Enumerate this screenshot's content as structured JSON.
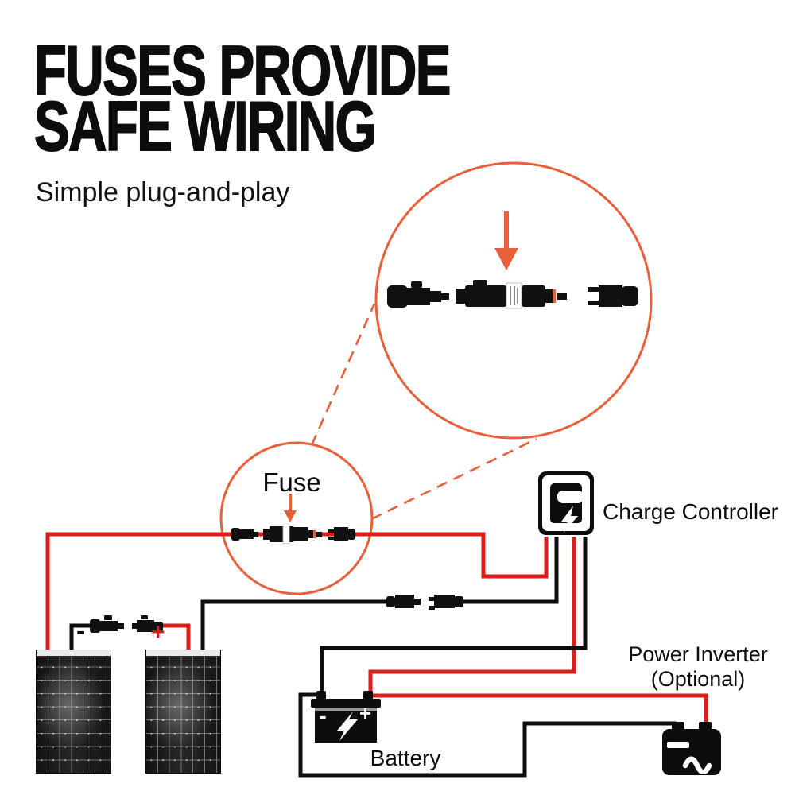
{
  "title": {
    "line1": "FUSES PROVIDE",
    "line2": "SAFE WIRING",
    "subtitle": "Simple plug-and-play"
  },
  "callout": {
    "fuse_label": "Fuse"
  },
  "components": {
    "charge_controller": {
      "label": "Charge Controller"
    },
    "battery": {
      "label": "Battery",
      "minus": "-",
      "plus": "+"
    },
    "power_inverter": {
      "label_line1": "Power Inverter",
      "label_line2": "(Optional)"
    },
    "solar_panels": {
      "count": 2
    },
    "series_link": {
      "minus": "-",
      "plus": "+"
    }
  },
  "icons": {
    "charge_controller": "lightning-bolt-icon",
    "battery": "lightning-bolt-icon",
    "power_inverter": "sine-wave-icon",
    "zoom_large": "down-arrow-icon",
    "zoom_small": "down-arrow-icon"
  },
  "colors": {
    "wire_red": "#de1e1a",
    "wire_black": "#0d0d0d",
    "accent_orange": "#e8603a",
    "ink": "#0d0d0d",
    "background": "#ffffff"
  }
}
